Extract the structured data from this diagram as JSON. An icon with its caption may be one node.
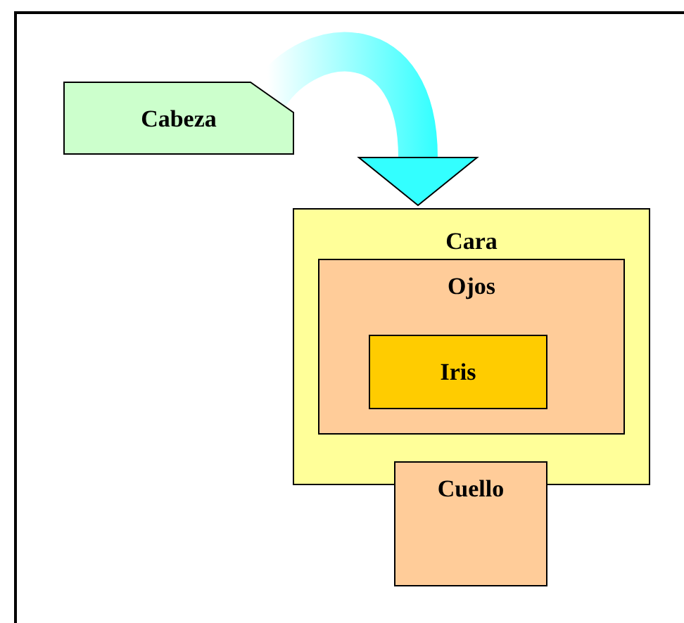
{
  "diagram": {
    "nodes": [
      {
        "text": [
          "Cabeza"
        ]
      },
      {
        "text": [
          "Cara"
        ]
      },
      {
        "text": [
          "Ojos"
        ],
        "in": 1
      },
      {
        "text": [
          "Iris"
        ],
        "in": 2
      },
      {
        "text": [
          "Cuello"
        ]
      }
    ],
    "edges": [
      {
        "from": 0,
        "to": 1,
        "arrow": "to",
        "style": "thick"
      }
    ]
  }
}
